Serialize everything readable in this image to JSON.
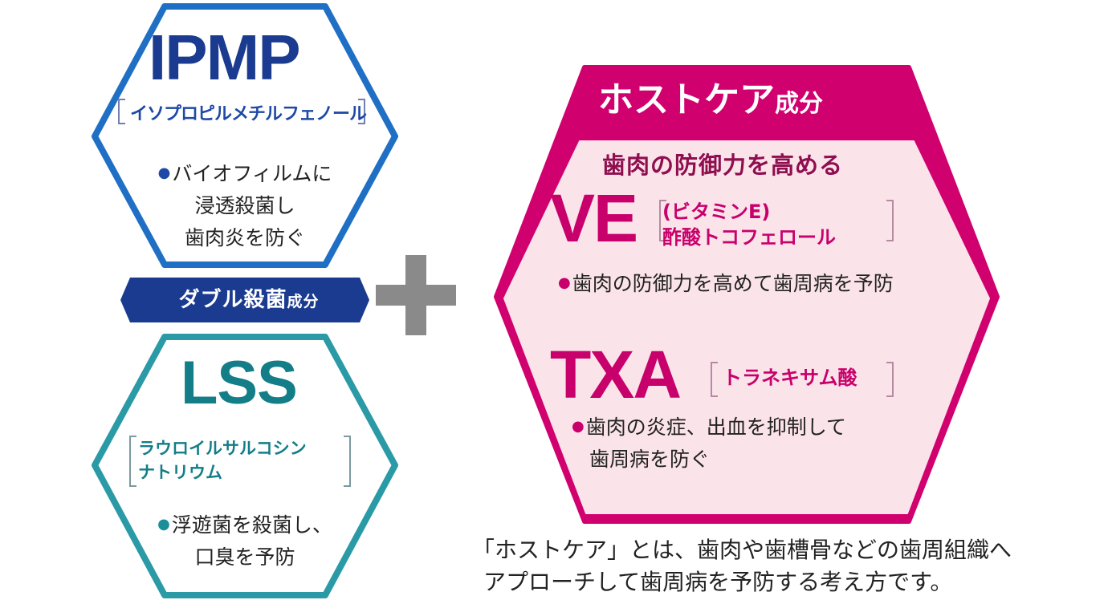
{
  "ipmp": {
    "title": "IPMP",
    "subtitle": "イソプロピルメチルフェノール",
    "desc_line1": "バイオフィルムに",
    "desc_line2": "浸透殺菌し",
    "desc_line3": "歯肉炎を防ぐ"
  },
  "double": {
    "label_main": "ダブル殺菌",
    "label_small": "成分"
  },
  "lss": {
    "title": "LSS",
    "subtitle_line1": "ラウロイルサルコシン",
    "subtitle_line2": "ナトリウム",
    "desc_line1": "浮遊菌を殺菌し、",
    "desc_line2": "口臭を予防"
  },
  "hostcare": {
    "title_main": "ホストケア",
    "title_small": "成分",
    "strengthen": "歯肉の防御力を高める",
    "ve_title": "VE",
    "ve_sub_line1": "(ビタミンE)",
    "ve_sub_line2": "酢酸トコフェロール",
    "ve_desc": "歯肉の防御力を高めて歯周病を予防",
    "txa_title": "TXA",
    "txa_sub": "トラネキサム酸",
    "txa_desc_line1": "歯肉の炎症、出血を抑制して",
    "txa_desc_line2": "歯周病を防ぐ"
  },
  "footnote": {
    "line1": "「ホストケア」とは、歯肉や歯槽骨などの歯周組織へ",
    "line2": "アプローチして歯周病を予防する考え方です。"
  },
  "colors": {
    "ipmp_blue": "#1f6fc5",
    "navy": "#1a3b8f",
    "teal": "#2a9aa6",
    "magenta": "#d1006f",
    "pink_fill": "#fbe3ea",
    "plus_gray": "#8a8a8a"
  }
}
